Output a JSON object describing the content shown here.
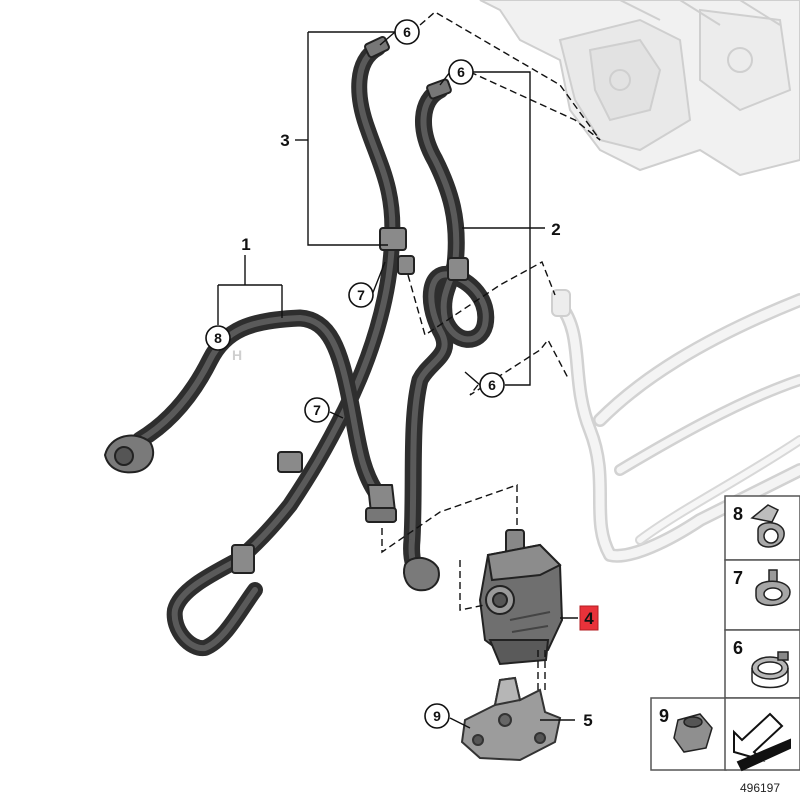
{
  "diagram": {
    "callouts": [
      {
        "id": "c6a",
        "label": "6"
      },
      {
        "id": "c6b",
        "label": "6"
      },
      {
        "id": "c6c",
        "label": "6"
      },
      {
        "id": "c7a",
        "label": "7"
      },
      {
        "id": "c7b",
        "label": "7"
      },
      {
        "id": "c8",
        "label": "8"
      },
      {
        "id": "c9",
        "label": "9"
      }
    ],
    "part_labels": [
      {
        "id": "p1",
        "label": "1"
      },
      {
        "id": "p2",
        "label": "2"
      },
      {
        "id": "p3",
        "label": "3"
      },
      {
        "id": "p5",
        "label": "5"
      }
    ],
    "highlighted_part": {
      "label": "4",
      "color": "#e8323a"
    },
    "legend": [
      {
        "id": "l8",
        "label": "8"
      },
      {
        "id": "l7",
        "label": "7"
      },
      {
        "id": "l6",
        "label": "6"
      },
      {
        "id": "l9",
        "label": "9"
      }
    ],
    "doc_number": "496197",
    "colors": {
      "hose": "#3a3a3a",
      "ghost": "#d4d4d4",
      "pump": "#6e6e6e"
    }
  }
}
